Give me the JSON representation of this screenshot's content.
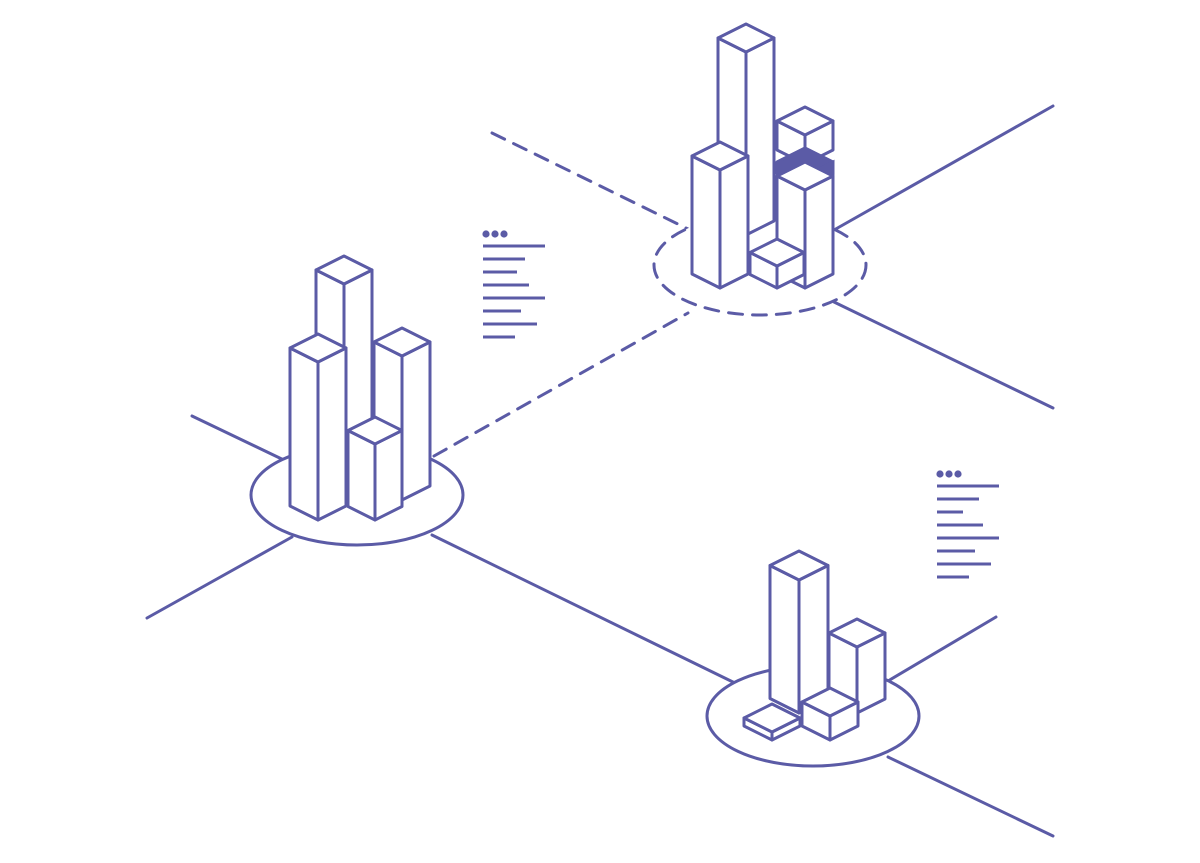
{
  "colors": {
    "stroke": "#5b5ba6",
    "fill": "#ffffff",
    "highlight": "#5b5ba6"
  },
  "nodes": [
    {
      "id": "node-left",
      "icon": "building-cluster-icon",
      "buildings": 4,
      "connections": [
        "road",
        "dashed-link"
      ]
    },
    {
      "id": "node-top",
      "icon": "building-cluster-icon",
      "buildings": 4,
      "dashed_ring": true,
      "highlighted_floor": true
    },
    {
      "id": "node-bottom",
      "icon": "building-cluster-icon",
      "buildings": 4
    }
  ],
  "info_panels": [
    {
      "id": "panel-left",
      "icon": "document-lines-icon",
      "lines": 8
    },
    {
      "id": "panel-right",
      "icon": "document-lines-icon",
      "lines": 8
    }
  ]
}
